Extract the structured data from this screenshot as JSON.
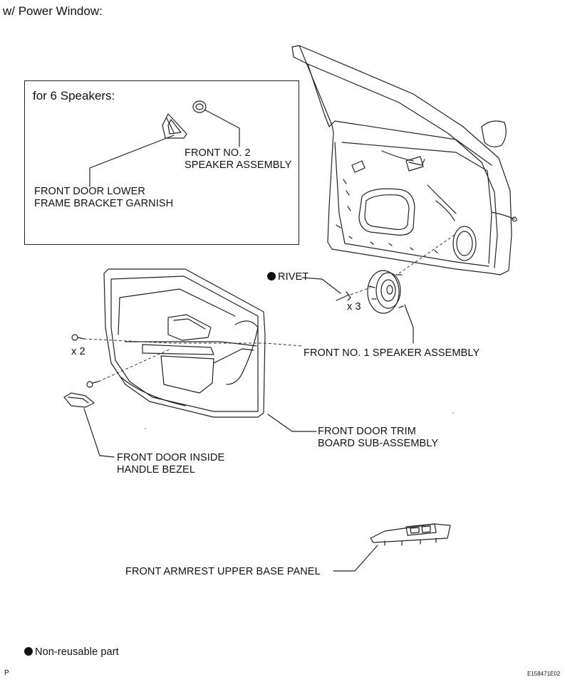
{
  "header": {
    "title": "w/ Power Window:"
  },
  "inset": {
    "title": "for 6 Speakers:"
  },
  "labels": {
    "front_no2_speaker": [
      "FRONT NO. 2",
      "SPEAKER ASSEMBLY"
    ],
    "front_door_lower_frame_bracket_garnish": [
      "FRONT DOOR LOWER",
      "FRAME BRACKET GARNISH"
    ],
    "rivet": "RIVET",
    "rivet_qty": "x 3",
    "front_no1_speaker": "FRONT NO. 1 SPEAKER ASSEMBLY",
    "screw_qty": "x 2",
    "front_door_trim_board": [
      "FRONT DOOR TRIM",
      "BOARD SUB-ASSEMBLY"
    ],
    "front_door_inside_handle_bezel": [
      "FRONT DOOR INSIDE",
      "HANDLE BEZEL"
    ],
    "front_armrest_upper_base_panel": "FRONT ARMREST UPPER BASE PANEL"
  },
  "legend": {
    "non_reusable": "Non-reusable part"
  },
  "footer": {
    "page_marker": "P",
    "figure_code": "E158471E02"
  }
}
